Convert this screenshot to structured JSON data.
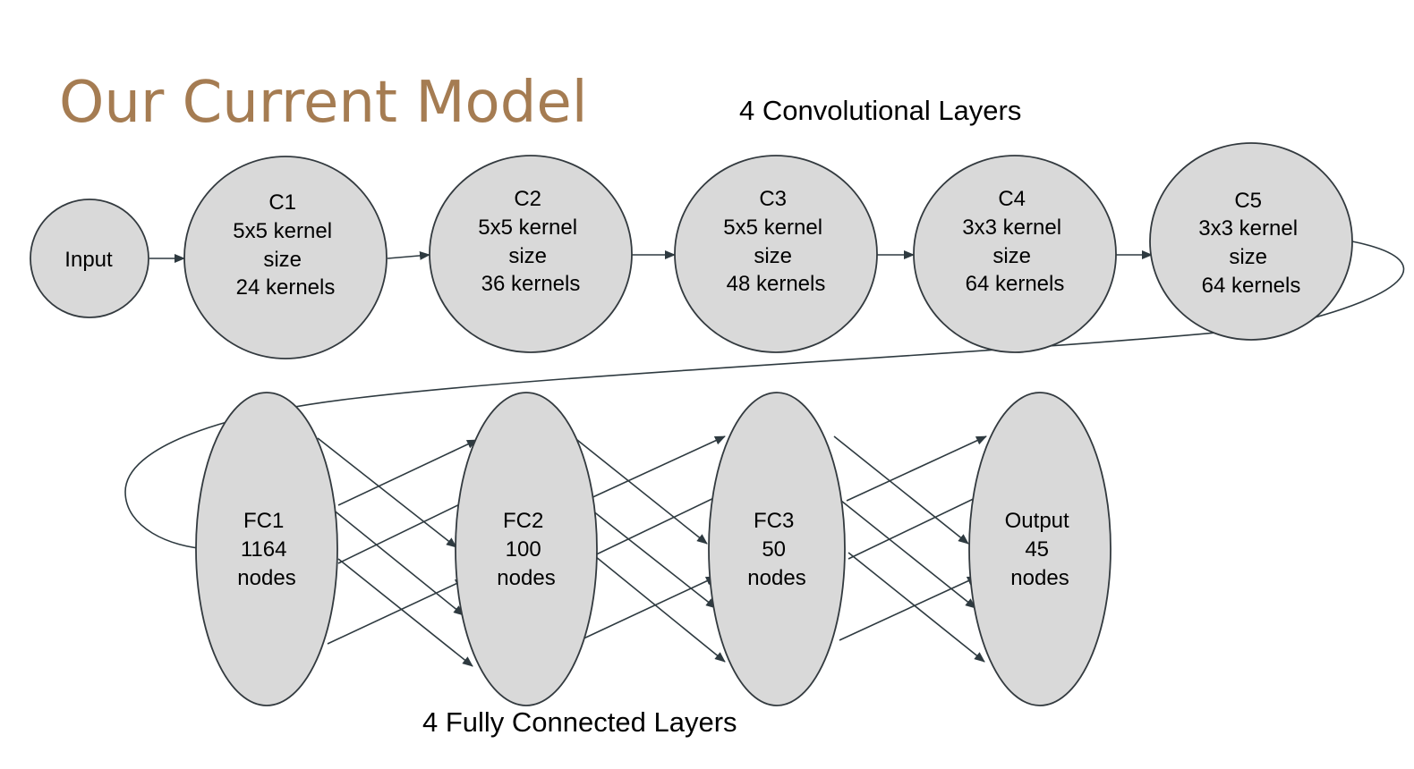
{
  "title": "Our Current Model",
  "captions": {
    "conv": "4 Convolutional Layers",
    "fc": "4 Fully Connected Layers"
  },
  "nodes": {
    "input": {
      "lines": [
        "Input"
      ]
    },
    "c1": {
      "lines": [
        "C1",
        "5x5 kernel",
        "size",
        "24 kernels"
      ]
    },
    "c2": {
      "lines": [
        "C2",
        "5x5 kernel",
        "size",
        "36 kernels"
      ]
    },
    "c3": {
      "lines": [
        "C3",
        "5x5 kernel",
        "size",
        "48 kernels"
      ]
    },
    "c4": {
      "lines": [
        "C4",
        "3x3 kernel",
        "size",
        "64 kernels"
      ]
    },
    "c5": {
      "lines": [
        "C5",
        "3x3 kernel",
        "size",
        "64 kernels"
      ]
    },
    "fc1": {
      "lines": [
        "FC1",
        "1164",
        "nodes"
      ]
    },
    "fc2": {
      "lines": [
        "FC2",
        "100",
        "nodes"
      ]
    },
    "fc3": {
      "lines": [
        "FC3",
        "50",
        "nodes"
      ]
    },
    "output": {
      "lines": [
        "Output",
        "45",
        "nodes"
      ]
    }
  },
  "edges": [
    [
      "input",
      "c1"
    ],
    [
      "c1",
      "c2"
    ],
    [
      "c2",
      "c3"
    ],
    [
      "c3",
      "c4"
    ],
    [
      "c4",
      "c5"
    ],
    [
      "c5",
      "fc1"
    ],
    [
      "fc1",
      "fc2"
    ],
    [
      "fc2",
      "fc3"
    ],
    [
      "fc3",
      "output"
    ]
  ],
  "colors": {
    "title": "#a57c52",
    "node_fill": "#d9d9d9",
    "node_stroke": "#333a3f",
    "edge": "#2e3a40"
  }
}
